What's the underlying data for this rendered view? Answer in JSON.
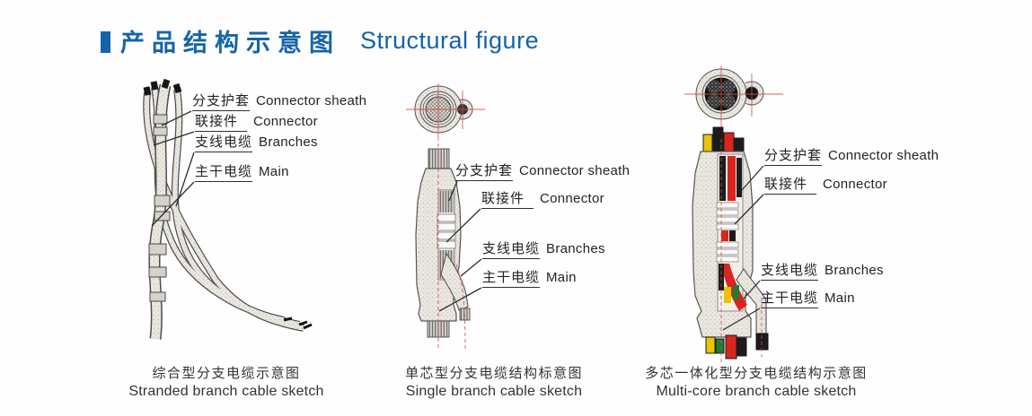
{
  "header": {
    "title_zh": "产品结构示意图",
    "title_en": "Structural figure",
    "accent_color": "#1464a9"
  },
  "figures": [
    {
      "name": "stranded-branch-cable",
      "labels": [
        {
          "zh": "分支护套",
          "en": "Connector sheath"
        },
        {
          "zh": "联接件",
          "en": "Connector"
        },
        {
          "zh": "支线电缆",
          "en": "Branches"
        },
        {
          "zh": "主干电缆",
          "en": "Main"
        }
      ],
      "caption_zh": "综合型分支电缆示意图",
      "caption_en": "Stranded branch cable sketch"
    },
    {
      "name": "single-branch-cable",
      "labels": [
        {
          "zh": "分支护套",
          "en": "Connector sheath"
        },
        {
          "zh": "联接件",
          "en": "Connector"
        },
        {
          "zh": "支线电缆",
          "en": "Branches"
        },
        {
          "zh": "主干电缆",
          "en": "Main"
        }
      ],
      "caption_zh": "单芯型分支电缆结构标意图",
      "caption_en": "Single branch cable sketch"
    },
    {
      "name": "multi-core-branch-cable",
      "labels": [
        {
          "zh": "分支护套",
          "en": "Connector sheath"
        },
        {
          "zh": "联接件",
          "en": "Connector"
        },
        {
          "zh": "支线电缆",
          "en": "Branches"
        },
        {
          "zh": "主干电缆",
          "en": "Main"
        }
      ],
      "caption_zh": "多芯一体化型分支电缆结构示意图",
      "caption_en": "Multi-core branch cable sketch"
    }
  ],
  "colors": {
    "line": "#4c4c4c",
    "cable_fill": "#eae6e0",
    "centerline_red": "#cf5048",
    "wire_red": "#d9251d",
    "wire_yellow": "#e9c400",
    "wire_green": "#1e7c33",
    "wire_black": "#1c1c1c"
  }
}
